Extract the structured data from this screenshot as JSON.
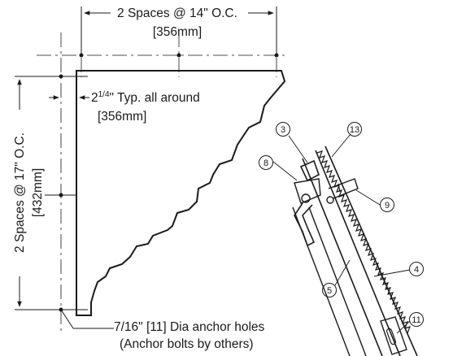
{
  "dimensions": {
    "horizontal_spacing": "2 Spaces @ 14\" O.C.",
    "horizontal_metric": "[356mm]",
    "vertical_spacing": "2 Spaces @ 17\" O.C.",
    "vertical_metric": "[432mm]",
    "edge_main": "2",
    "edge_fraction": "1/4",
    "edge_suffix": "\" Typ. all around",
    "edge_metric": "[356mm]"
  },
  "notes": {
    "anchor_holes": "7/16\" [11] Dia anchor holes",
    "anchor_bolts": "(Anchor bolts by others)"
  },
  "callouts": [
    "3",
    "13",
    "8",
    "9",
    "4",
    "5",
    "11"
  ]
}
